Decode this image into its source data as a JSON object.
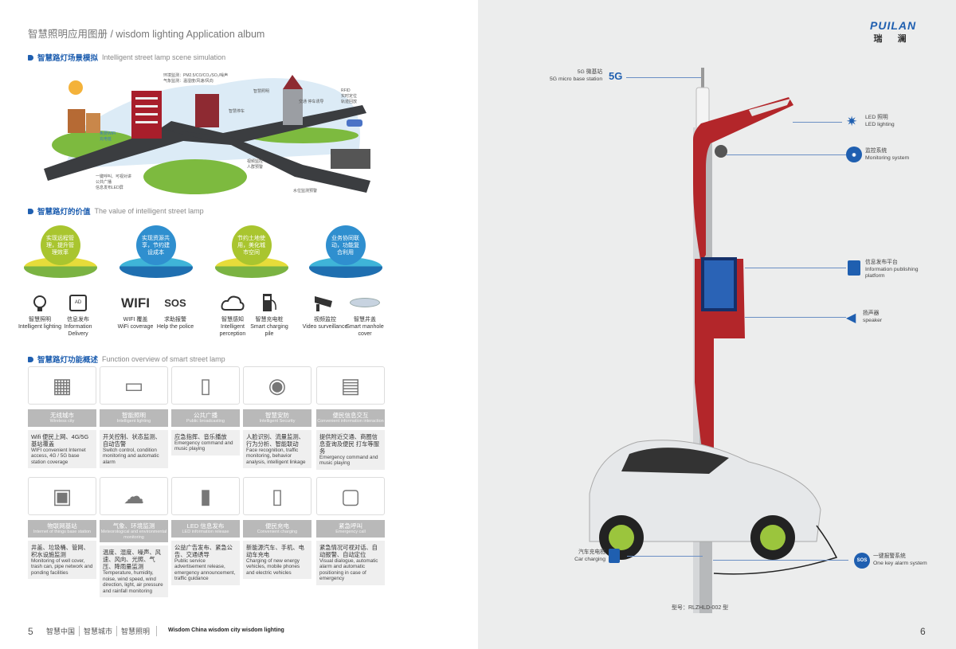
{
  "left_page": {
    "title": "智慧照明应用图册 / wisdom lighting Application album",
    "section1": {
      "cn": "智慧路灯场景模拟",
      "en": "Intelligent street lamp scene simulation",
      "scene_labels": [
        "环境监测：PM2.5/CO/CO₂/SO₂/噪声",
        "气象监测：温湿度/风速/风向",
        "智慧照明",
        "智慧停车",
        "交通 停车诱导",
        "RFID",
        "实时定位",
        "轨迹回放",
        "视频监控",
        "人群预警",
        "一键呼叫、可视对讲",
        "公共广播",
        "信息发布LED屏",
        "水位监测预警",
        "免费WIFI",
        "充电桩"
      ]
    },
    "section2": {
      "cn": "智慧路灯的价值",
      "en": "The value of intelligent street lamp",
      "values": [
        {
          "text": "实现远程管理，提升管理效率",
          "color": "#a9c52f"
        },
        {
          "text": "实现资源共享，节约建设成本",
          "color": "#2f8fcf"
        },
        {
          "text": "节约土地使用，美化城市空间",
          "color": "#a9c52f"
        },
        {
          "text": "业务协同联动，功能复合利用",
          "color": "#2f8fcf"
        }
      ],
      "icons": [
        {
          "cn": "智慧照明",
          "en": "Intelligent lighting",
          "icon": "bulb-icon"
        },
        {
          "cn": "信息发布",
          "en": "Information Delivery",
          "icon": "tv-ad-icon",
          "badge": "AD"
        },
        {
          "cn": "WIFI 覆盖",
          "en": "WiFi coverage",
          "icon": "wifi-icon",
          "glyph": "WIFI"
        },
        {
          "cn": "求助报警",
          "en": "Help the police",
          "icon": "sos-icon",
          "glyph": "SOS"
        },
        {
          "cn": "智慧感知",
          "en": "Intelligent perception",
          "icon": "cloud-icon"
        },
        {
          "cn": "智慧充电桩",
          "en": "Smart charging pile",
          "icon": "charger-icon"
        },
        {
          "cn": "视频监控",
          "en": "Video surveillance",
          "icon": "camera-icon"
        },
        {
          "cn": "智慧井盖",
          "en": "Smart manhole cover",
          "icon": "manhole-icon"
        }
      ]
    },
    "section3": {
      "cn": "智慧路灯功能概述",
      "en": "Function overview of smart street lamp",
      "cards": [
        {
          "cn": "无线城市",
          "en": "Wireless city",
          "d_cn": "Wifi 便民上网、4G/5G 基站覆盖",
          "d_en": "WIFI convenient Internet access, 4G / 5G base station coverage"
        },
        {
          "cn": "智能照明",
          "en": "Intelligent lighting",
          "d_cn": "开关控制、状态监测、自动告警",
          "d_en": "Switch control, condition monitoring and automatic alarm"
        },
        {
          "cn": "公共广播",
          "en": "Public broadcasting",
          "d_cn": "应急指挥、音乐播放",
          "d_en": "Emergency command and music playing"
        },
        {
          "cn": "智慧安防",
          "en": "Intelligent Security",
          "d_cn": "人脸识别、流量监测、行为分析、智能联动",
          "d_en": "Face recognition, traffic monitoring, behavior analysis, intelligent linkage"
        },
        {
          "cn": "便民信息交互",
          "en": "Convenient information interaction",
          "d_cn": "提供附近交通、商圈信息查询及便民 打车等服务",
          "d_en": "Emergency command and music playing"
        },
        {
          "cn": "物联网基站",
          "en": "Internet of things base station",
          "d_cn": "井盖、垃圾桶、管网、积水设施监测",
          "d_en": "Monitoring of well cover, trash can, pipe network and ponding facilities"
        },
        {
          "cn": "气象、环境监测",
          "en": "Meteorological and environmental monitoring",
          "d_cn": "温度、湿度、噪声、风速、风向、光照、气压、降雨量监测",
          "d_en": "Temperature, humidity, noise, wind speed, wind direction, light, air pressure and rainfall monitoring"
        },
        {
          "cn": "LED 信息发布",
          "en": "LED information release",
          "d_cn": "公益广告发布、紧急公告、交通诱导",
          "d_en": "Public service advertisement release, emergency announcement, traffic guidance"
        },
        {
          "cn": "便民充电",
          "en": "Convenient charging",
          "d_cn": "新能源汽车、手机、电动车充电",
          "d_en": "Charging of new energy vehicles, mobile phones and electric vehicles"
        },
        {
          "cn": "紧急呼叫",
          "en": "Emergency call",
          "d_cn": "紧急情况可视对话、自动报警、自动定位",
          "d_en": "Visual dialogue, automatic alarm and automatic positioning in case of emergency"
        }
      ]
    },
    "footer": {
      "page": "5",
      "tags": [
        "智慧中国",
        "智慧城市",
        "智慧照明"
      ],
      "en": "Wisdom China  wisdom city  wisdom lighting"
    }
  },
  "right_page": {
    "logo": {
      "en": "PUILAN",
      "cn": "瑞 澜"
    },
    "callouts": {
      "base_station": {
        "cn": "5G 微基站",
        "en": "5G micro base station",
        "glyph": "5G"
      },
      "led": {
        "cn": "LED 照明",
        "en": "LED lighting"
      },
      "monitor": {
        "cn": "监控系统",
        "en": "Monitoring system"
      },
      "info": {
        "cn": "信息发布平台",
        "en": "Information publishing platform"
      },
      "speaker": {
        "cn": "扬声器",
        "en": "speaker"
      },
      "charging": {
        "cn": "汽车充电桩",
        "en": "Car charging"
      },
      "alarm": {
        "cn": "一键报警系统",
        "en": "One key alarm system",
        "glyph": "SOS"
      }
    },
    "model": "型号：RLZHLD-002 型",
    "page": "6"
  },
  "colors": {
    "accent": "#1f5fb0",
    "green": "#a9c52f",
    "blue": "#2f8fcf",
    "pole_red": "#b3262a"
  }
}
